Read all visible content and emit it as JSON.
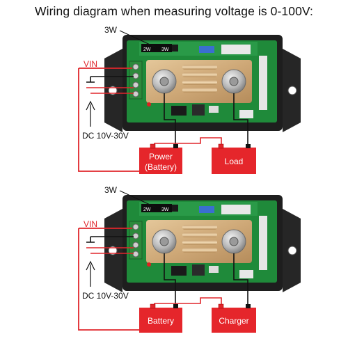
{
  "title": "Wiring diagram when measuring voltage is 0-100V:",
  "colors": {
    "wire_red": "#e0262b",
    "wire_black": "#111111",
    "box_red": "#e5262b",
    "enclosure": "#202020",
    "pcb_green": "#1f8a3a",
    "shunt_brass": "#cfa978"
  },
  "panels": [
    {
      "label_3w": "3W",
      "label_vin": "VIN",
      "label_dc": "DC 10V-30V",
      "pcb_marks": {
        "left": "2W",
        "right": "3W"
      },
      "box_left": {
        "line1": "Power",
        "line2": "(Battery)"
      },
      "box_right": {
        "line1": "Load"
      }
    },
    {
      "label_3w": "3W",
      "label_vin": "VIN",
      "label_dc": "DC 10V-30V",
      "pcb_marks": {
        "left": "2W",
        "right": "3W"
      },
      "box_left": {
        "line1": "Battery"
      },
      "box_right": {
        "line1": "Charger"
      }
    }
  ]
}
